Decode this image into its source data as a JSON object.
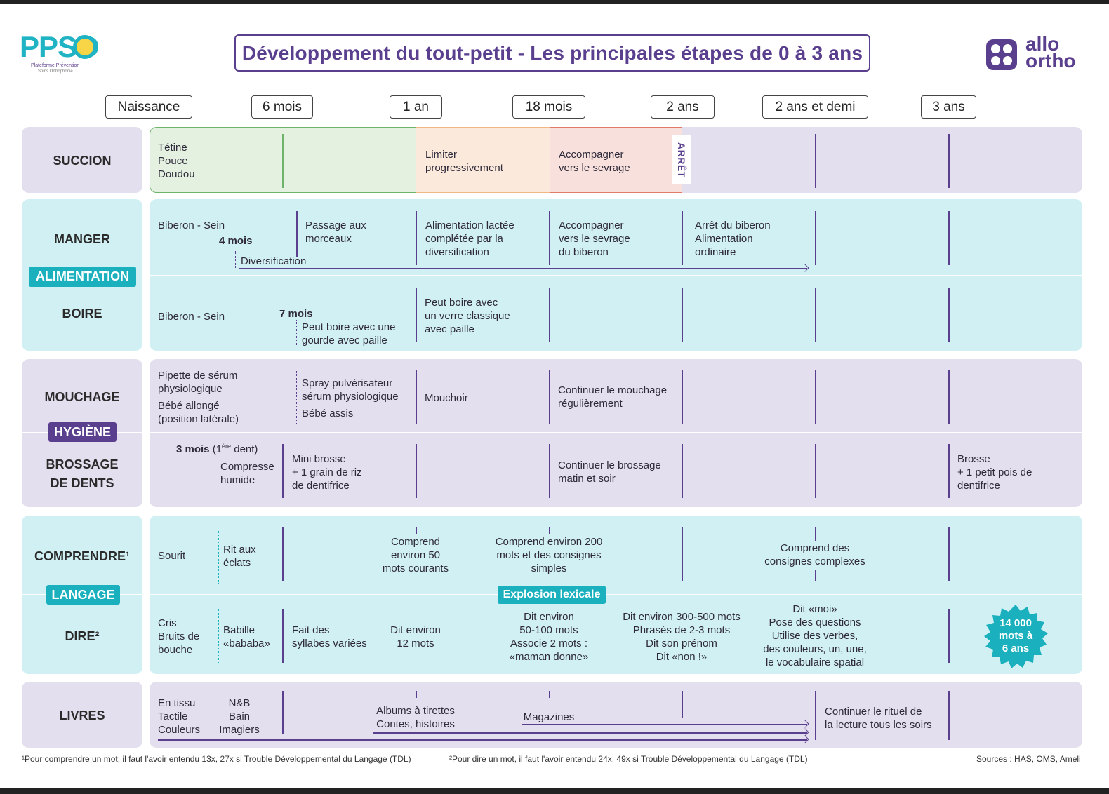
{
  "header": {
    "title": "Développement du tout-petit - Les principales étapes de 0 à 3 ans",
    "logo_left": {
      "word": "PPSO",
      "line1": "Plateforme Prévention",
      "line2": "Soins Orthophonie"
    },
    "logo_right": {
      "line1": "allo",
      "line2": "ortho"
    }
  },
  "timeline": [
    "Naissance",
    "6 mois",
    "1 an",
    "18 mois",
    "2 ans",
    "2 ans et demi",
    "3 ans"
  ],
  "sections": {
    "alimentation": "ALIMENTATION",
    "hygiene": "HYGIÈNE",
    "langage": "LANGAGE"
  },
  "rows": {
    "succion": "SUCCION",
    "manger": "MANGER",
    "boire": "BOIRE",
    "mouchage": "MOUCHAGE",
    "brossage_1": "BROSSAGE",
    "brossage_2": "DE DENTS",
    "comprendre": "COMPRENDRE¹",
    "dire": "DIRE²",
    "livres": "LIVRES"
  },
  "succion": {
    "c1_1": "Tétine",
    "c1_2": "Pouce",
    "c1_3": "Doudou",
    "c2_1": "Limiter",
    "c2_2": "progressivement",
    "c3_1": "Accompagner",
    "c3_2": "vers le sevrage",
    "arret": "ARRÊT"
  },
  "manger": {
    "c1": "Biberon - Sein",
    "m4": "4 mois",
    "diversification": "Diversification",
    "c2_1": "Passage aux",
    "c2_2": "morceaux",
    "c3_1": "Alimentation lactée",
    "c3_2": "complétée par la",
    "c3_3": "diversification",
    "c4_1": "Accompagner",
    "c4_2": "vers le sevrage",
    "c4_3": "du biberon",
    "c5_1": "Arrêt du biberon",
    "c5_2": "Alimentation",
    "c5_3": "ordinaire"
  },
  "boire": {
    "c1": "Biberon - Sein",
    "m7": "7 mois",
    "c2_1": "Peut boire avec une",
    "c2_2": "gourde avec paille",
    "c3_1": "Peut boire avec",
    "c3_2": "un verre classique",
    "c3_3": "avec paille"
  },
  "mouchage": {
    "c1_1": "Pipette de sérum",
    "c1_2": "physiologique",
    "c1_3": "Bébé allongé",
    "c1_4": "(position latérale)",
    "c2_1": "Spray pulvérisateur",
    "c2_2": "sérum physiologique",
    "c2_3": "Bébé assis",
    "c3": "Mouchoir",
    "c4_1": "Continuer le mouchage",
    "c4_2": "régulièrement"
  },
  "brossage": {
    "m3": "3 mois",
    "m3_note_pre": "(1",
    "m3_note_sup": "ère",
    "m3_note_post": " dent)",
    "c1_1": "Compresse",
    "c1_2": "humide",
    "c2_1": "Mini brosse",
    "c2_2": "+ 1 grain de riz",
    "c2_3": "de dentifrice",
    "c3_1": "Continuer le brossage",
    "c3_2": "matin et soir",
    "c4_1": "Brosse",
    "c4_2": "+ 1 petit pois de",
    "c4_3": "dentifrice"
  },
  "comprendre": {
    "c1": "Sourit",
    "c2_1": "Rit aux",
    "c2_2": "éclats",
    "c3_1": "Comprend",
    "c3_2": "environ 50",
    "c3_3": "mots courants",
    "c4_1": "Comprend environ 200",
    "c4_2": "mots et des consignes",
    "c4_3": "simples",
    "c5_1": "Comprend des",
    "c5_2": "consignes complexes"
  },
  "explosion": "Explosion lexicale",
  "dire": {
    "c1_1": "Cris",
    "c1_2": "Bruits de",
    "c1_3": "bouche",
    "c2_1": "Babille",
    "c2_2": "«bababa»",
    "c3_1": "Fait des",
    "c3_2": "syllabes variées",
    "c4_1": "Dit environ",
    "c4_2": "12 mots",
    "c5_1": "Dit environ",
    "c5_2": "50-100 mots",
    "c5_3": "Associe 2 mots :",
    "c5_4": "«maman donne»",
    "c6_1": "Dit environ 300-500 mots",
    "c6_2": "Phrasés de 2-3 mots",
    "c6_3": "Dit son prénom",
    "c6_4": "Dit «non !»",
    "c7_1": "Dit «moi»",
    "c7_2": "Pose des questions",
    "c7_3": "Utilise des verbes,",
    "c7_4": "des couleurs, un, une,",
    "c7_5": "le vocabulaire spatial",
    "burst_1": "14 000",
    "burst_2": "mots à",
    "burst_3": "6 ans"
  },
  "livres": {
    "c1_1": "En tissu",
    "c1_2": "Tactile",
    "c1_3": "Couleurs",
    "c2_1": "N&B",
    "c2_2": "Bain",
    "c2_3": "Imagiers",
    "c3_1": "Albums à tirettes",
    "c3_2": "Contes, histoires",
    "c4": "Magazines",
    "c5_1": "Continuer le rituel de",
    "c5_2": "la lecture tous les soirs"
  },
  "footer": {
    "note1": "¹Pour comprendre un mot, il faut l'avoir entendu 13x, 27x si Trouble Développemental du Langage (TDL)",
    "note2": "²Pour dire un mot, il faut l'avoir entendu 24x, 49x si Trouble Développemental du Langage (TDL)",
    "sources": "Sources : HAS, OMS, Ameli"
  },
  "colors": {
    "violet": "#5a3f8e",
    "teal": "#1ab0bd",
    "band_purple": "#e4dfee",
    "band_cyan": "#d1f0f3",
    "succion_green": "#e4f1e1",
    "succion_orange": "#fbeadb",
    "succion_red": "#f8e0dc"
  }
}
